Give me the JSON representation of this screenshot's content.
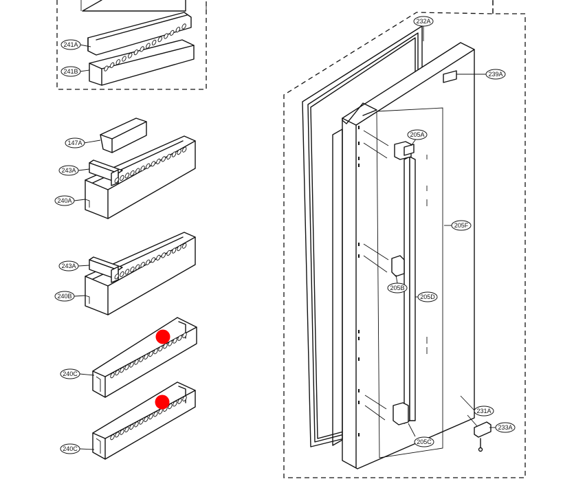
{
  "parts": {
    "p241A": "241A",
    "p241B": "241B",
    "p147A": "147A",
    "p243A_1": "243A",
    "p240A": "240A",
    "p243A_2": "243A",
    "p240B": "240B",
    "p240C_1": "240C",
    "p240C_2": "240C",
    "p232A": "232A",
    "p239A": "239A",
    "p205A": "205A",
    "p205F": "205F",
    "p205B": "205B",
    "p205D": "205D",
    "p231A": "231A",
    "p233A": "233A",
    "p205C": "205C"
  },
  "colors": {
    "line": "#111111",
    "marker": "#ff0000",
    "background": "#ffffff"
  }
}
